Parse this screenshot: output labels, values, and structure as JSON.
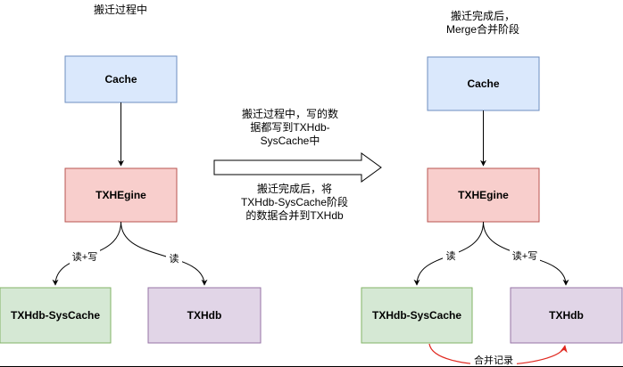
{
  "colors": {
    "blue_fill": "#dae8fc",
    "blue_stroke": "#6c8ebf",
    "red_fill": "#f8cecc",
    "red_stroke": "#b85450",
    "green_fill": "#d5e8d4",
    "green_stroke": "#82b366",
    "purple_fill": "#e1d5e7",
    "purple_stroke": "#9673a6",
    "merge_arrow": "#e0281f"
  },
  "left": {
    "title": "搬迁过程中",
    "cache": "Cache",
    "engine": "TXHEgine",
    "syscache": "TXHdb-SysCache",
    "txhdb": "TXHdb",
    "edge_to_syscache": "读+写",
    "edge_to_txhdb": "读"
  },
  "middle": {
    "during_lines": [
      "搬迁过程中，写的数",
      "据都写到TXHdb-",
      "SysCache中"
    ],
    "after_lines": [
      "搬迁完成后，将",
      "TXHdb-SysCache阶段",
      "的数据合并到TXHdb"
    ]
  },
  "right": {
    "title_lines": [
      "搬迁完成后，",
      "Merge合并阶段"
    ],
    "cache": "Cache",
    "engine": "TXHEgine",
    "syscache": "TXHdb-SysCache",
    "txhdb": "TXHdb",
    "edge_to_syscache": "读",
    "edge_to_txhdb": "读+写",
    "merge_label": "合并记录"
  }
}
